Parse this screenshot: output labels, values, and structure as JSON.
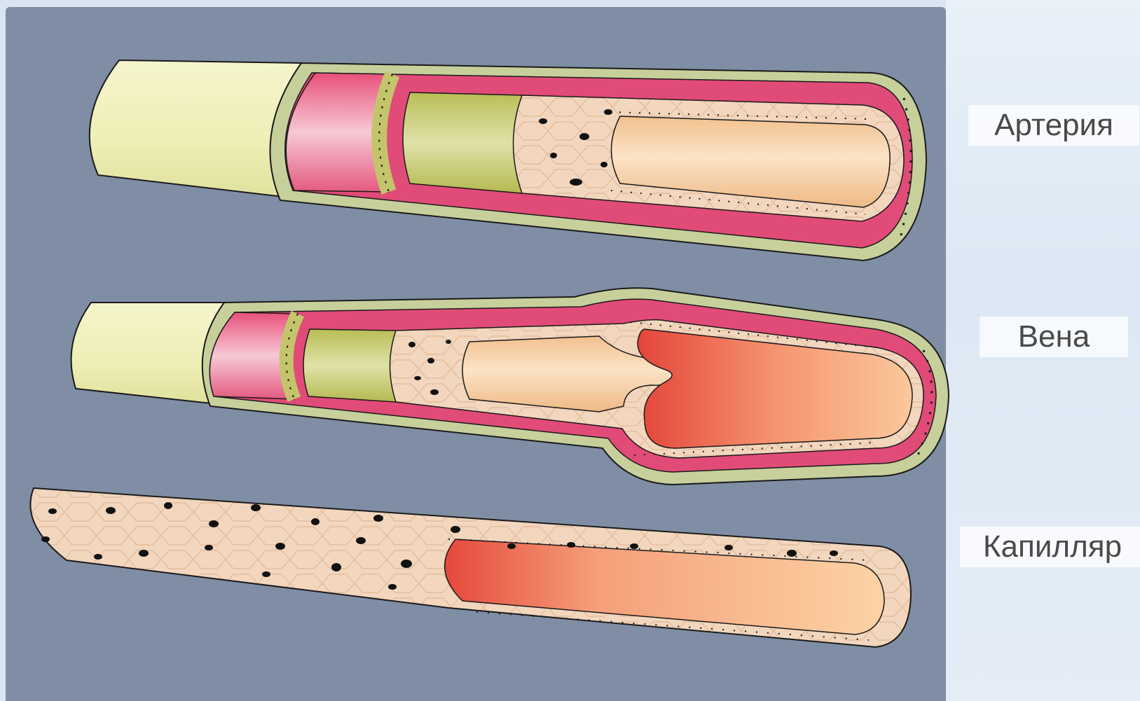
{
  "labels": {
    "artery": "Артерия",
    "vein": "Вена",
    "capillary": "Капилляр"
  },
  "colors": {
    "panel": "#7f8ea4",
    "adventitia": "#f0f0b8",
    "wall_green": "#c8d09a",
    "muscle": "#e5587e",
    "elastic": "#c9c972",
    "endothelium": "#f2d9bf",
    "lumen_light": "#f7d2a8",
    "lumen_red": "#ee6a4e",
    "outline": "#1a1a1a"
  },
  "icons": [
    "artery-diagram",
    "vein-diagram",
    "capillary-diagram"
  ]
}
